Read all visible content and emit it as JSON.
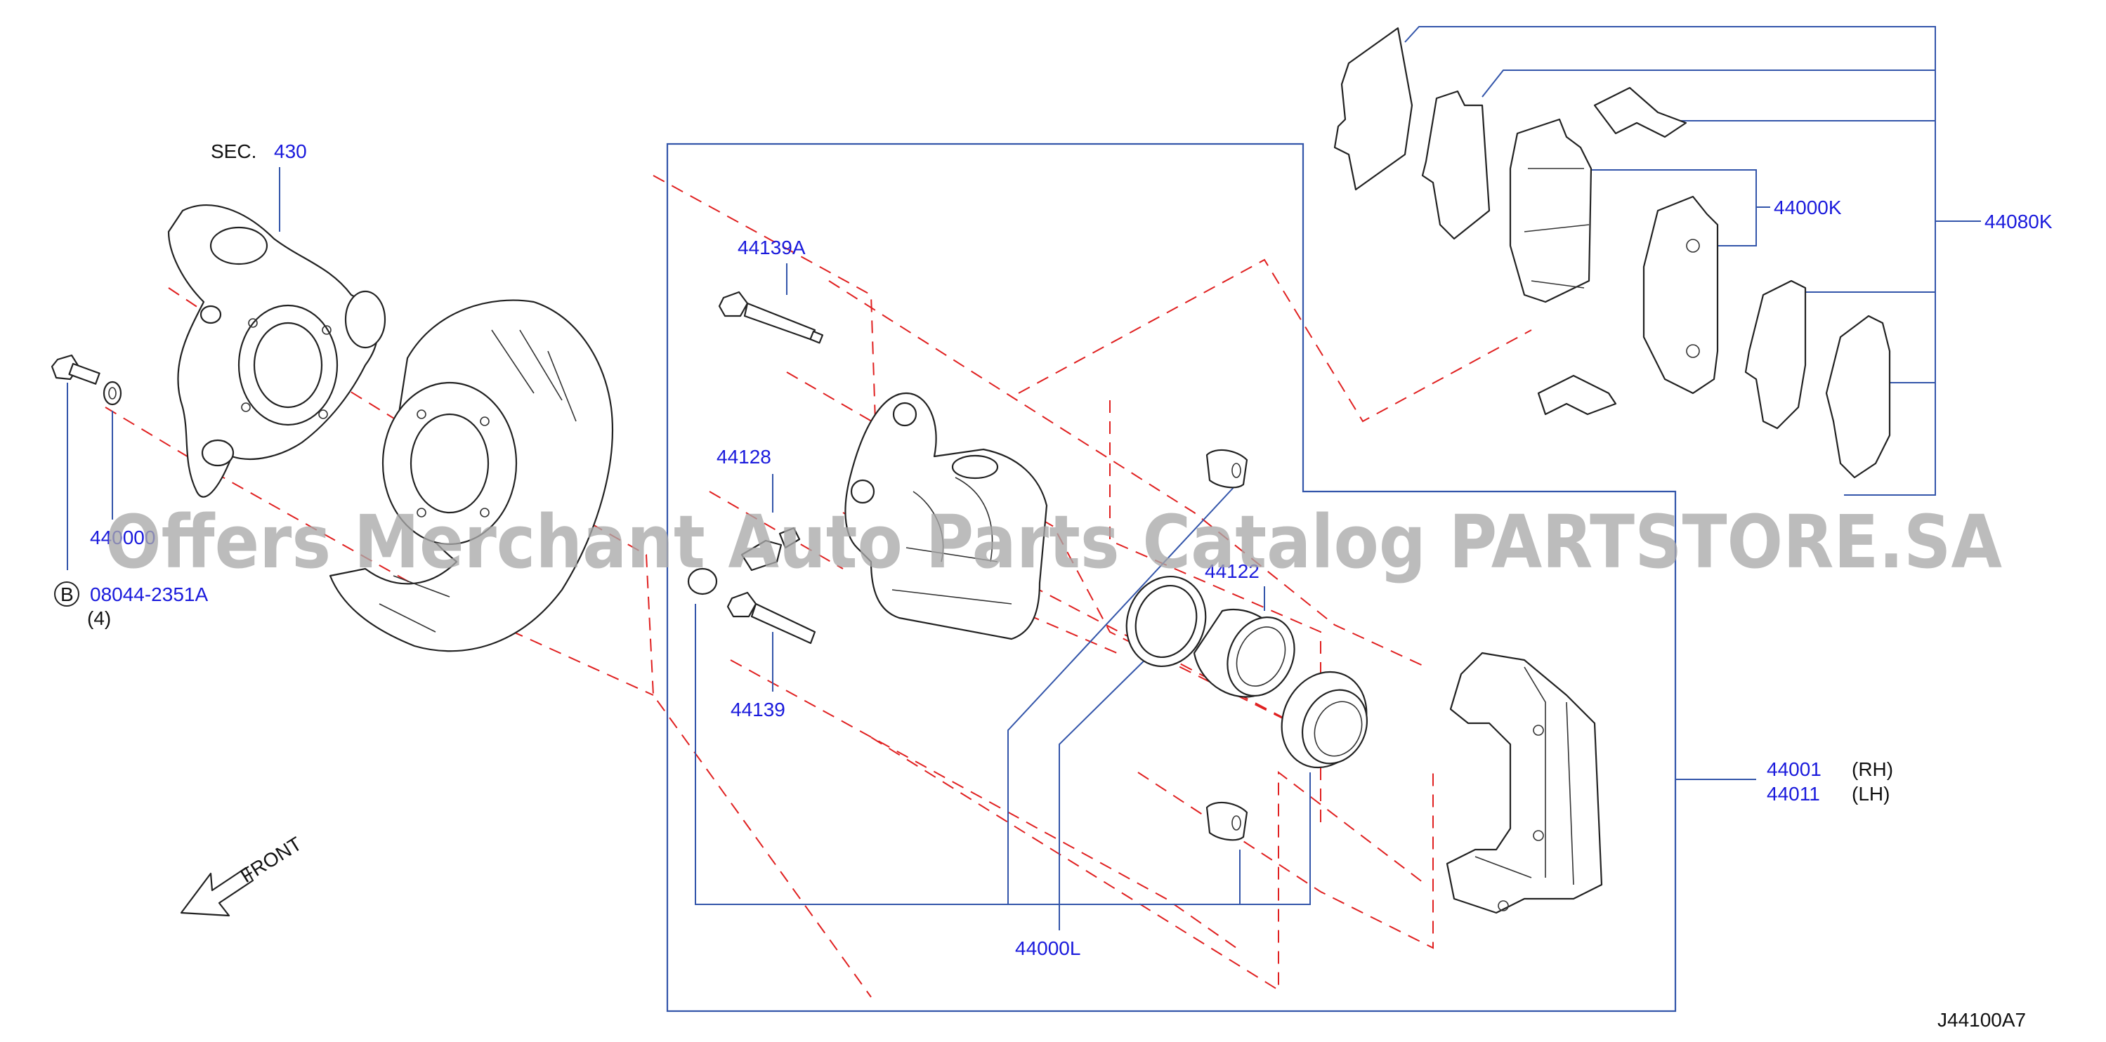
{
  "labels": {
    "sec_prefix": "SEC.",
    "sec_number": "430",
    "p44139A": "44139A",
    "p44128": "44128",
    "p44139": "44139",
    "p44122": "44122",
    "p44000L": "44000L",
    "p44000K": "44000K",
    "p44080K": "44080K",
    "p44001": "44001",
    "p44001_side": "(RH)",
    "p44011": "44011",
    "p44011_side": "(LH)",
    "p440000_partial": "440000",
    "bolt_badge": "B",
    "bolt_number": "08044-2351A",
    "bolt_qty": "(4)",
    "front": "FRONT",
    "diagram_code": "J44100A7"
  },
  "watermark": "Offers Merchant Auto Parts Catalog PARTSTORE.SA",
  "colors": {
    "label_blue": "#1a1adc",
    "leader_blue": "#3355aa",
    "dash_red": "#e02020",
    "watermark_gray": "#a9a9a9"
  }
}
